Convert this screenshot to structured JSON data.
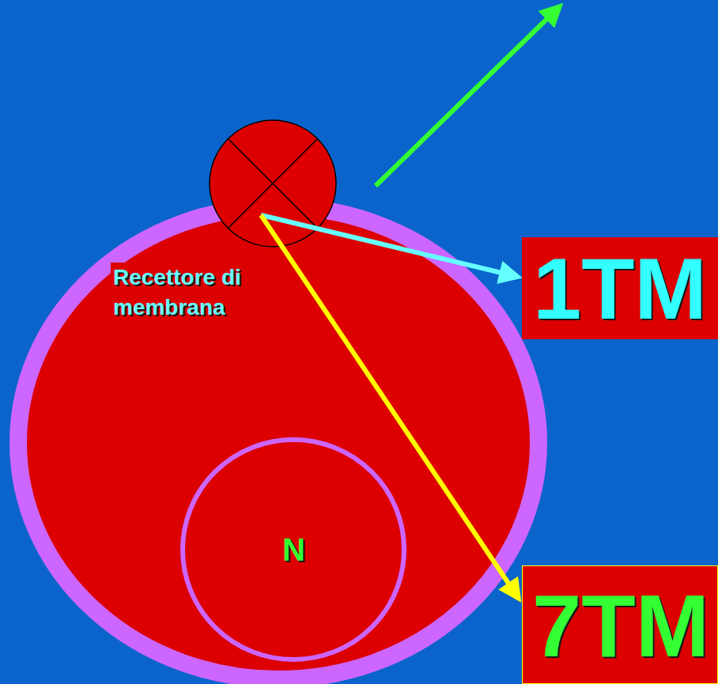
{
  "diagram": {
    "nodes": [
      {
        "text": [
          "Recettore di membrana"
        ]
      },
      {
        "text": [
          "N"
        ],
        "in": 0
      },
      {
        "text": [
          "1TM"
        ]
      },
      {
        "text": [
          "7TM"
        ]
      }
    ]
  }
}
